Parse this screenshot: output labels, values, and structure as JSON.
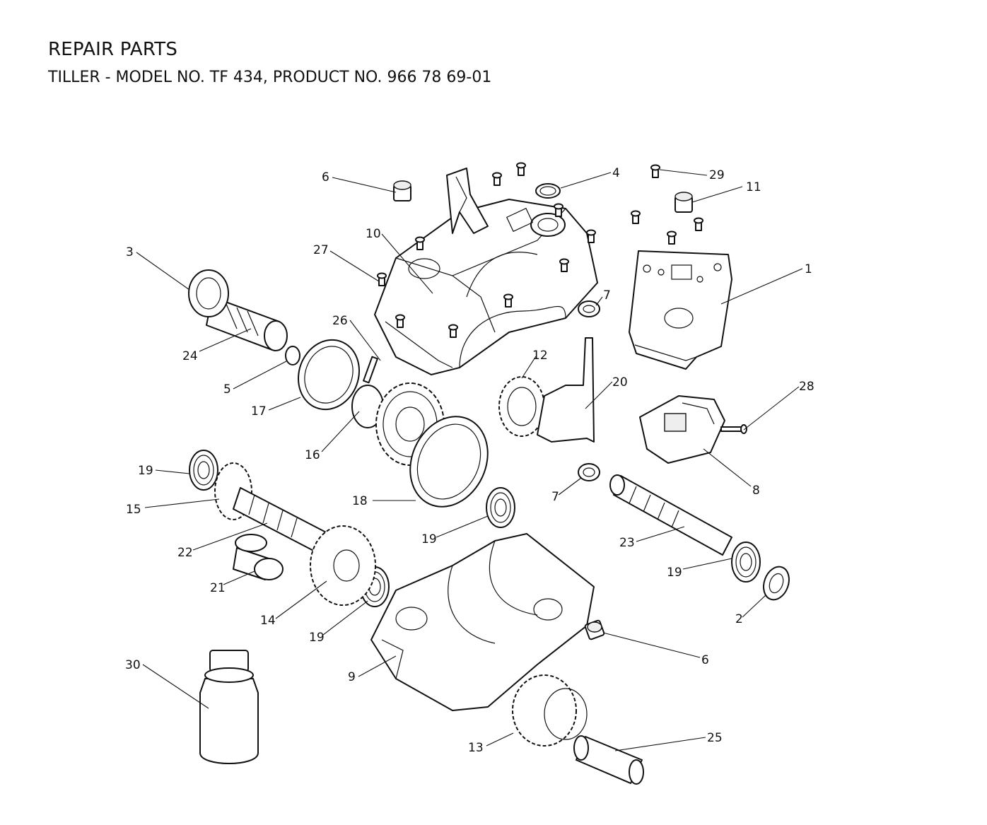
{
  "header": {
    "title": "REPAIR PARTS",
    "subtitle": "TILLER - MODEL NO. TF 434, PRODUCT NO. 966 78 69-01"
  },
  "callouts": [
    {
      "id": "c6a",
      "label": "6"
    },
    {
      "id": "c4",
      "label": "4"
    },
    {
      "id": "c29",
      "label": "29"
    },
    {
      "id": "c11",
      "label": "11"
    },
    {
      "id": "c10",
      "label": "10"
    },
    {
      "id": "c3",
      "label": "3"
    },
    {
      "id": "c27",
      "label": "27"
    },
    {
      "id": "c1",
      "label": "1"
    },
    {
      "id": "c7a",
      "label": "7"
    },
    {
      "id": "c26",
      "label": "26"
    },
    {
      "id": "c24",
      "label": "24"
    },
    {
      "id": "c12",
      "label": "12"
    },
    {
      "id": "c5",
      "label": "5"
    },
    {
      "id": "c20",
      "label": "20"
    },
    {
      "id": "c28",
      "label": "28"
    },
    {
      "id": "c17",
      "label": "17"
    },
    {
      "id": "c16",
      "label": "16"
    },
    {
      "id": "c19a",
      "label": "19"
    },
    {
      "id": "c7b",
      "label": "7"
    },
    {
      "id": "c8",
      "label": "8"
    },
    {
      "id": "c15",
      "label": "15"
    },
    {
      "id": "c18",
      "label": "18"
    },
    {
      "id": "c19b",
      "label": "19"
    },
    {
      "id": "c22",
      "label": "22"
    },
    {
      "id": "c23",
      "label": "23"
    },
    {
      "id": "c19c",
      "label": "19"
    },
    {
      "id": "c21",
      "label": "21"
    },
    {
      "id": "c2",
      "label": "2"
    },
    {
      "id": "c14",
      "label": "14"
    },
    {
      "id": "c19d",
      "label": "19"
    },
    {
      "id": "c6b",
      "label": "6"
    },
    {
      "id": "c30",
      "label": "30"
    },
    {
      "id": "c9",
      "label": "9"
    },
    {
      "id": "c13",
      "label": "13"
    },
    {
      "id": "c25",
      "label": "25"
    }
  ]
}
